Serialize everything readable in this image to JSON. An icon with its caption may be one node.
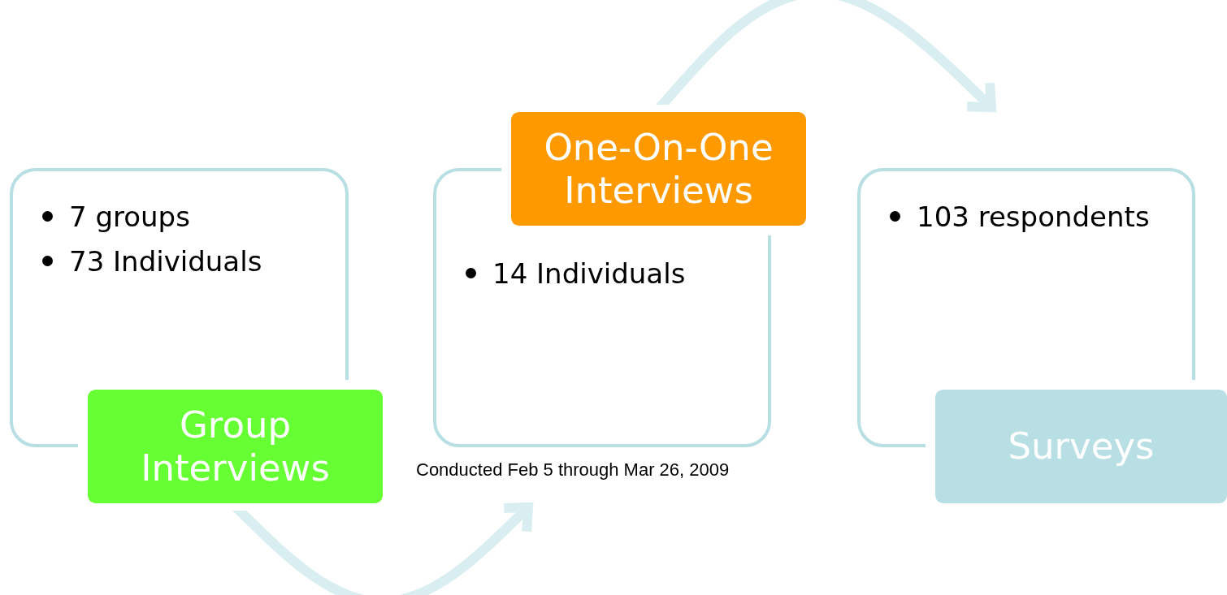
{
  "diagram": {
    "nodes": [
      {
        "text": [
          "7 groups",
          "73 Individuals"
        ]
      },
      {
        "text": [
          "Group Interviews"
        ]
      },
      {
        "text": [
          "14 Individuals"
        ]
      },
      {
        "text": [
          "One-On-One Interviews"
        ]
      },
      {
        "text": [
          "103 respondents"
        ]
      },
      {
        "text": [
          "Surveys"
        ]
      }
    ],
    "edges": [
      {
        "from": 1,
        "to": 2,
        "arrow": "to"
      },
      {
        "from": 3,
        "to": 4,
        "arrow": "to"
      }
    ],
    "labels": [
      "Conducted Feb 5 through Mar 26, 2009"
    ]
  }
}
